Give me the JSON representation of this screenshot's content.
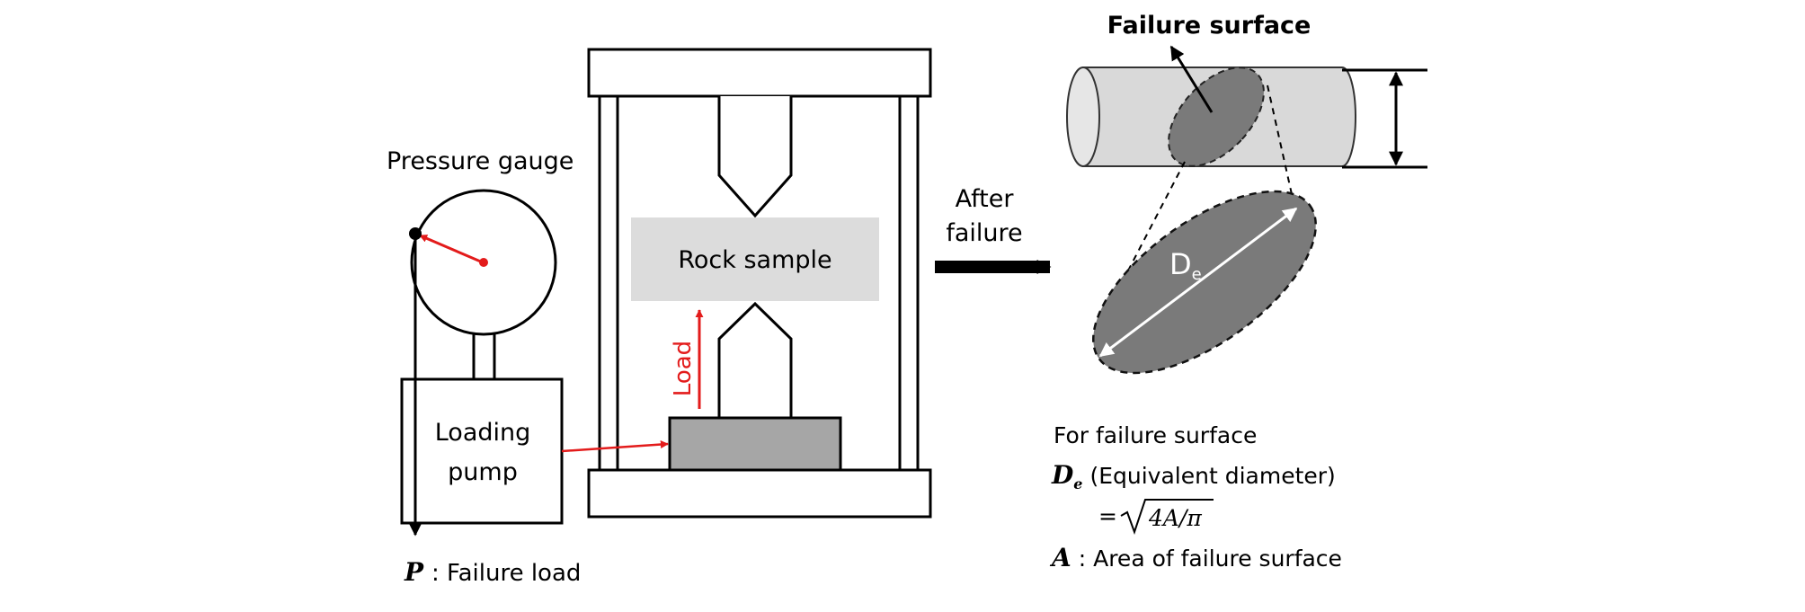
{
  "gauge": {
    "label": "Pressure gauge"
  },
  "pump": {
    "label_line1": "Loading",
    "label_line2": "pump"
  },
  "sample": {
    "label": "Rock sample"
  },
  "load": {
    "label": "Load"
  },
  "failure_load": {
    "symbol": "P",
    "text": ": Failure load"
  },
  "transition": {
    "line1": "After",
    "line2": "failure"
  },
  "cylinder": {
    "failure_surface_label": "Failure surface"
  },
  "ellipse": {
    "diameter_symbol": "D",
    "diameter_subscript": "e"
  },
  "formula": {
    "heading": "For failure surface",
    "de_symbol": "D",
    "de_subscript": "e",
    "de_text": "(Equivalent diameter)",
    "equals": "=",
    "sqrt_expr": "4A/π",
    "a_symbol": "A",
    "a_text": ": Area of failure surface"
  },
  "colors": {
    "accent_red": "#e31b1b",
    "sample_fill": "#dcdcdc",
    "platen_fill": "#a6a6a6",
    "cylinder_fill": "#d9d9d9",
    "surface_fill": "#7a7a7a"
  }
}
